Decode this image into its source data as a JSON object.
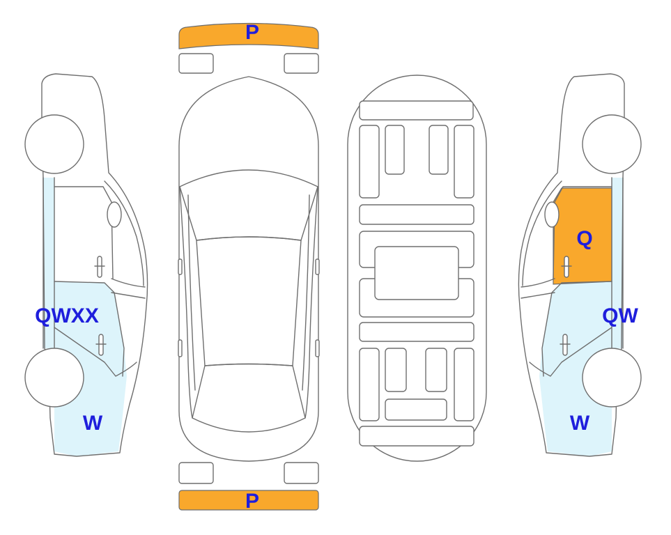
{
  "colors": {
    "damage_orange": "#F9A82C",
    "light_blue": "#DDF4FB",
    "label_blue": "#1E1EDC",
    "outline": "#6e6e6e"
  },
  "labels": {
    "front_bumper": "P",
    "rear_bumper": "P",
    "left_side_upper": "QWXX",
    "left_side_lower": "W",
    "right_front_door": "Q",
    "right_side_middle": "QW",
    "right_side_lower": "W"
  }
}
